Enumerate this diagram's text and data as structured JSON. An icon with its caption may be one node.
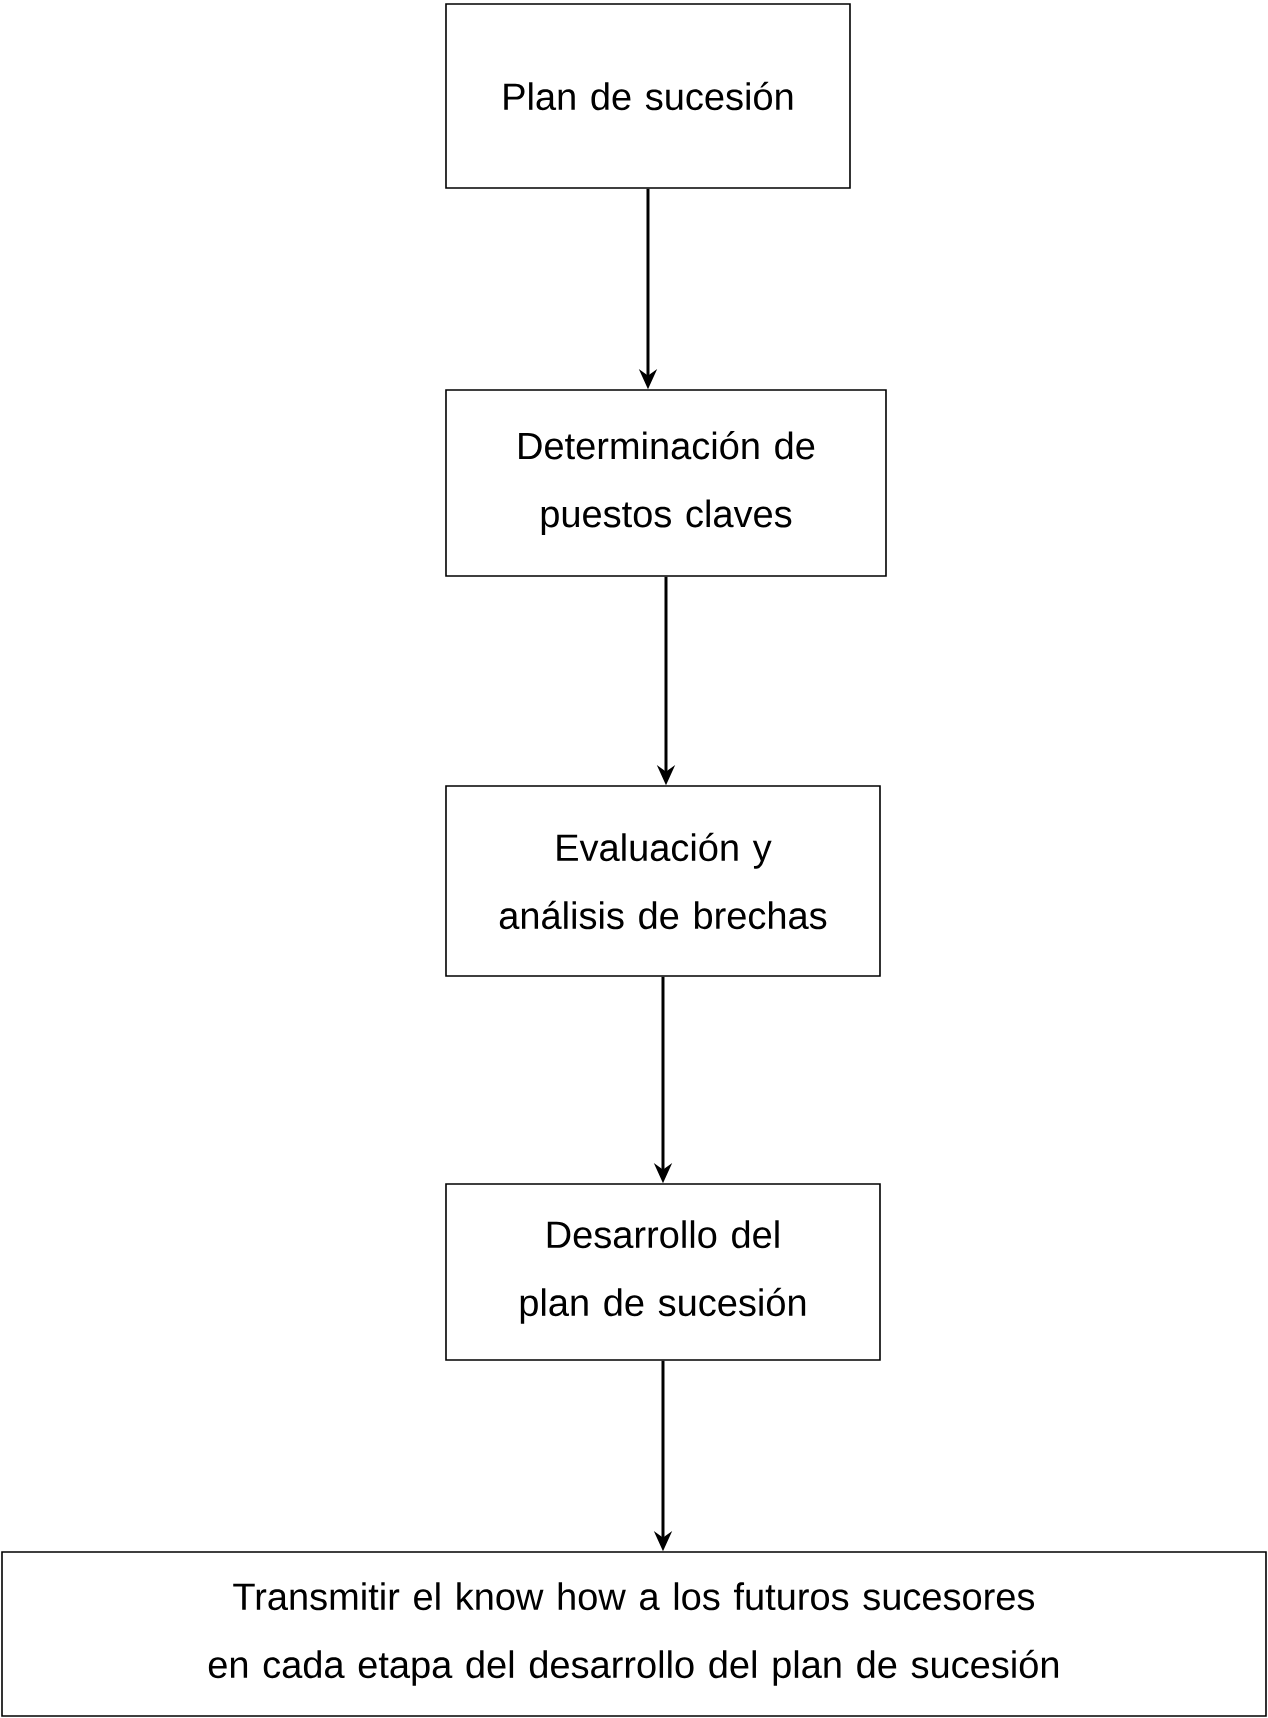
{
  "diagram": {
    "nodes": [
      {
        "text": [
          "Plan de sucesión"
        ]
      },
      {
        "text": [
          "Determinación de puestos claves"
        ]
      },
      {
        "text": [
          "Evaluación y análisis de brechas"
        ]
      },
      {
        "text": [
          "Desarrollo del plan de sucesión"
        ]
      },
      {
        "text": [
          "Transmitir el know how a los futuros sucesores en cada etapa del desarrollo del plan de sucesión"
        ]
      }
    ],
    "edges": [
      {
        "from": 0,
        "to": 1,
        "arrow": "to"
      },
      {
        "from": 1,
        "to": 2,
        "arrow": "to"
      },
      {
        "from": 2,
        "to": 3,
        "arrow": "to"
      },
      {
        "from": 3,
        "to": 4,
        "arrow": "to"
      }
    ]
  }
}
